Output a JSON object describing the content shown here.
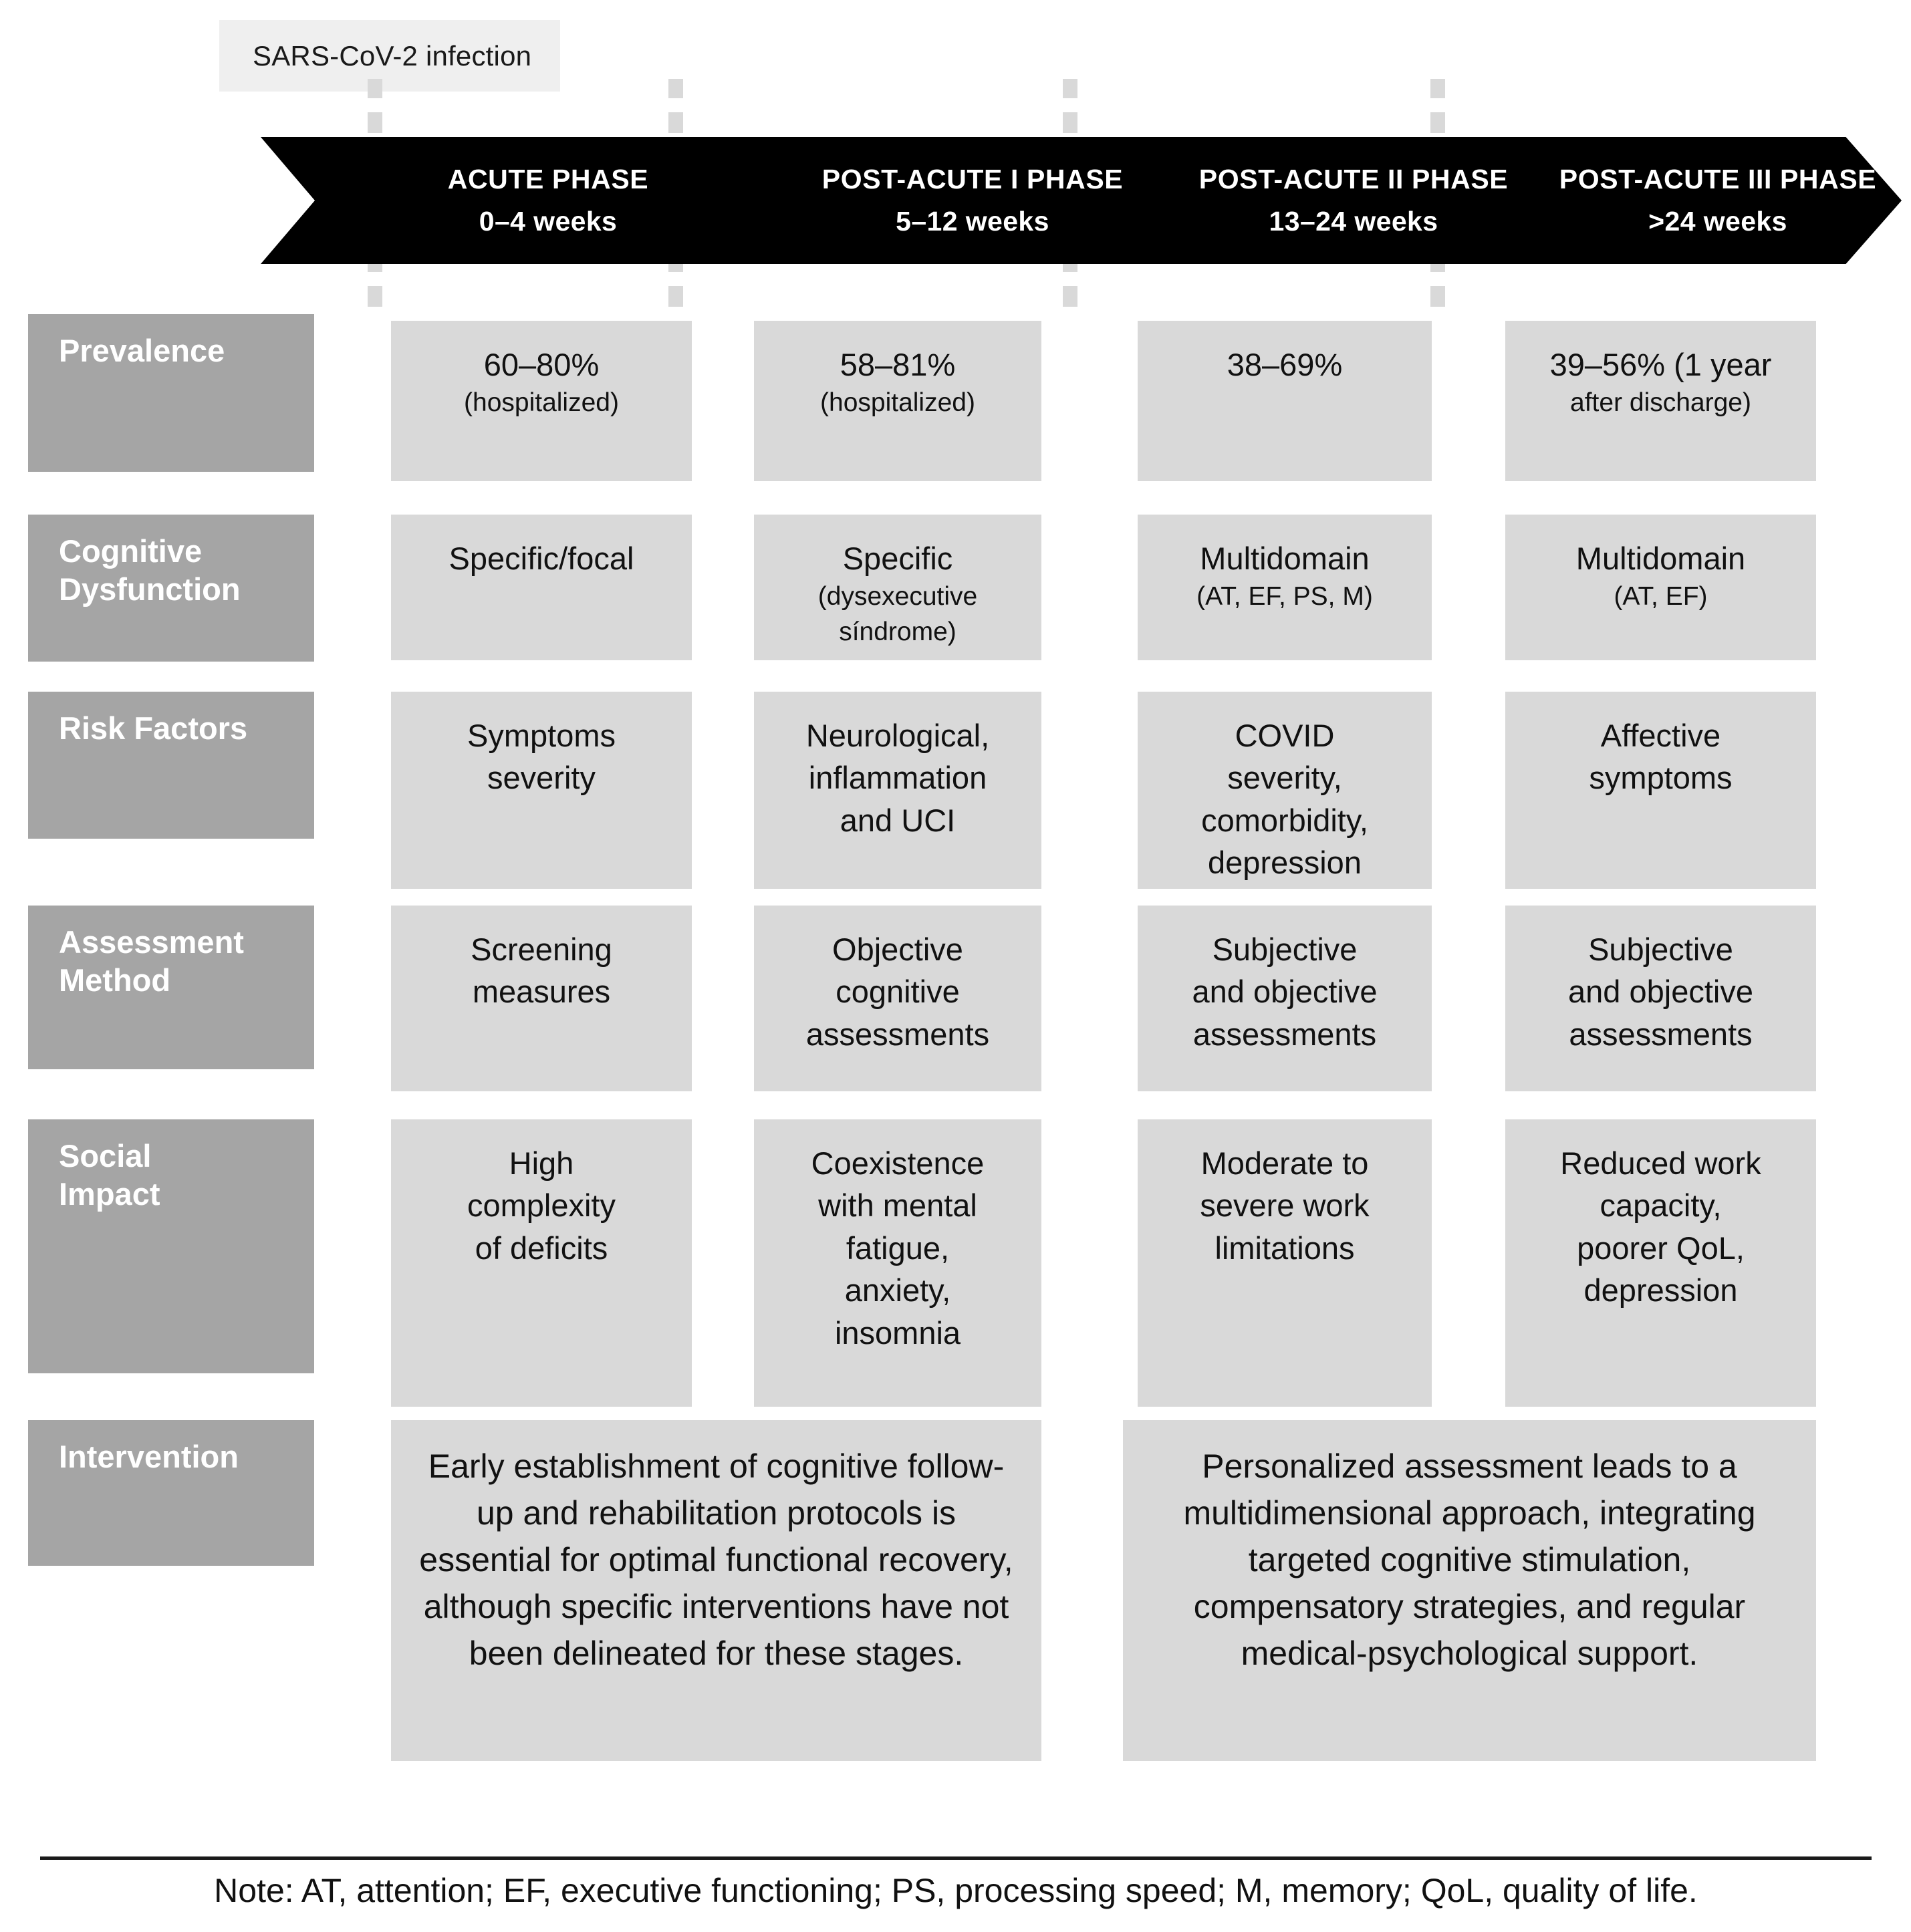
{
  "callout": {
    "label": "SARS-CoV-2 infection"
  },
  "phases": [
    {
      "name": "ACUTE PHASE",
      "range": "0–4 weeks"
    },
    {
      "name": "POST-ACUTE I PHASE",
      "range": "5–12 weeks"
    },
    {
      "name": "POST-ACUTE II PHASE",
      "range": "13–24 weeks"
    },
    {
      "name": "POST-ACUTE III PHASE",
      "range": ">24 weeks"
    }
  ],
  "rows": [
    {
      "label": "Prevalence",
      "cells": [
        {
          "main": "60–80%",
          "sub": "(hospitalized)"
        },
        {
          "main": "58–81%",
          "sub": "(hospitalized)"
        },
        {
          "main": "38–69%",
          "sub": ""
        },
        {
          "main": "39–56% (1 year",
          "sub": "after discharge)"
        }
      ]
    },
    {
      "label": "Cognitive Dysfunction",
      "label_lines": [
        "Cognitive",
        "Dysfunction"
      ],
      "cells": [
        {
          "main": "Specific/focal",
          "sub": ""
        },
        {
          "main": "Specific",
          "sub": "(dysexecutive\nsíndrome)"
        },
        {
          "main": "Multidomain",
          "sub": "(AT, EF, PS, M)"
        },
        {
          "main": "Multidomain",
          "sub": "(AT, EF)"
        }
      ]
    },
    {
      "label": "Risk Factors",
      "cells": [
        {
          "main": "Symptoms\nseverity",
          "sub": ""
        },
        {
          "main": "Neurological,\ninflammation\nand UCI",
          "sub": ""
        },
        {
          "main": "COVID\nseverity,\ncomorbidity,\ndepression",
          "sub": ""
        },
        {
          "main": "Affective\nsymptoms",
          "sub": ""
        }
      ]
    },
    {
      "label": "Assessment Method",
      "label_lines": [
        "Assessment",
        "Method"
      ],
      "cells": [
        {
          "main": "Screening\nmeasures",
          "sub": ""
        },
        {
          "main": "Objective\ncognitive\nassessments",
          "sub": ""
        },
        {
          "main": "Subjective\nand objective\nassessments",
          "sub": ""
        },
        {
          "main": "Subjective\nand objective\nassessments",
          "sub": ""
        }
      ]
    },
    {
      "label": "Social Impact",
      "label_lines": [
        "Social",
        "Impact"
      ],
      "cells": [
        {
          "main": "High\ncomplexity\nof deficits",
          "sub": ""
        },
        {
          "main": "Coexistence\nwith mental\nfatigue,\nanxiety,\ninsomnia",
          "sub": ""
        },
        {
          "main": "Moderate to\nsevere work\nlimitations",
          "sub": ""
        },
        {
          "main": "Reduced work\ncapacity,\npoorer QoL,\ndepression",
          "sub": ""
        }
      ]
    },
    {
      "label": "Intervention",
      "cells": [
        {
          "main": "Early establishment of cognitive follow-up and rehabilitation protocols is essential for optimal functional recovery, although specific interventions have not been delineated for these stages.",
          "sub": ""
        },
        {
          "main": "Personalized assessment leads to a multidimensional approach, integrating targeted cognitive stimulation, compensatory strategies, and regular medical-psychological support.",
          "sub": ""
        }
      ]
    }
  ],
  "footer": {
    "note": "Note: AT, attention; EF, executive functioning; PS, processing speed; M, memory; QoL, quality of life."
  },
  "colors": {
    "band": "#000000",
    "row_label_bg": "#a5a5a5",
    "cell_bg": "#d9d9d9",
    "callout_bg": "#efefef",
    "dot_light": "#d9d9d9",
    "dot_white": "#ffffff"
  }
}
